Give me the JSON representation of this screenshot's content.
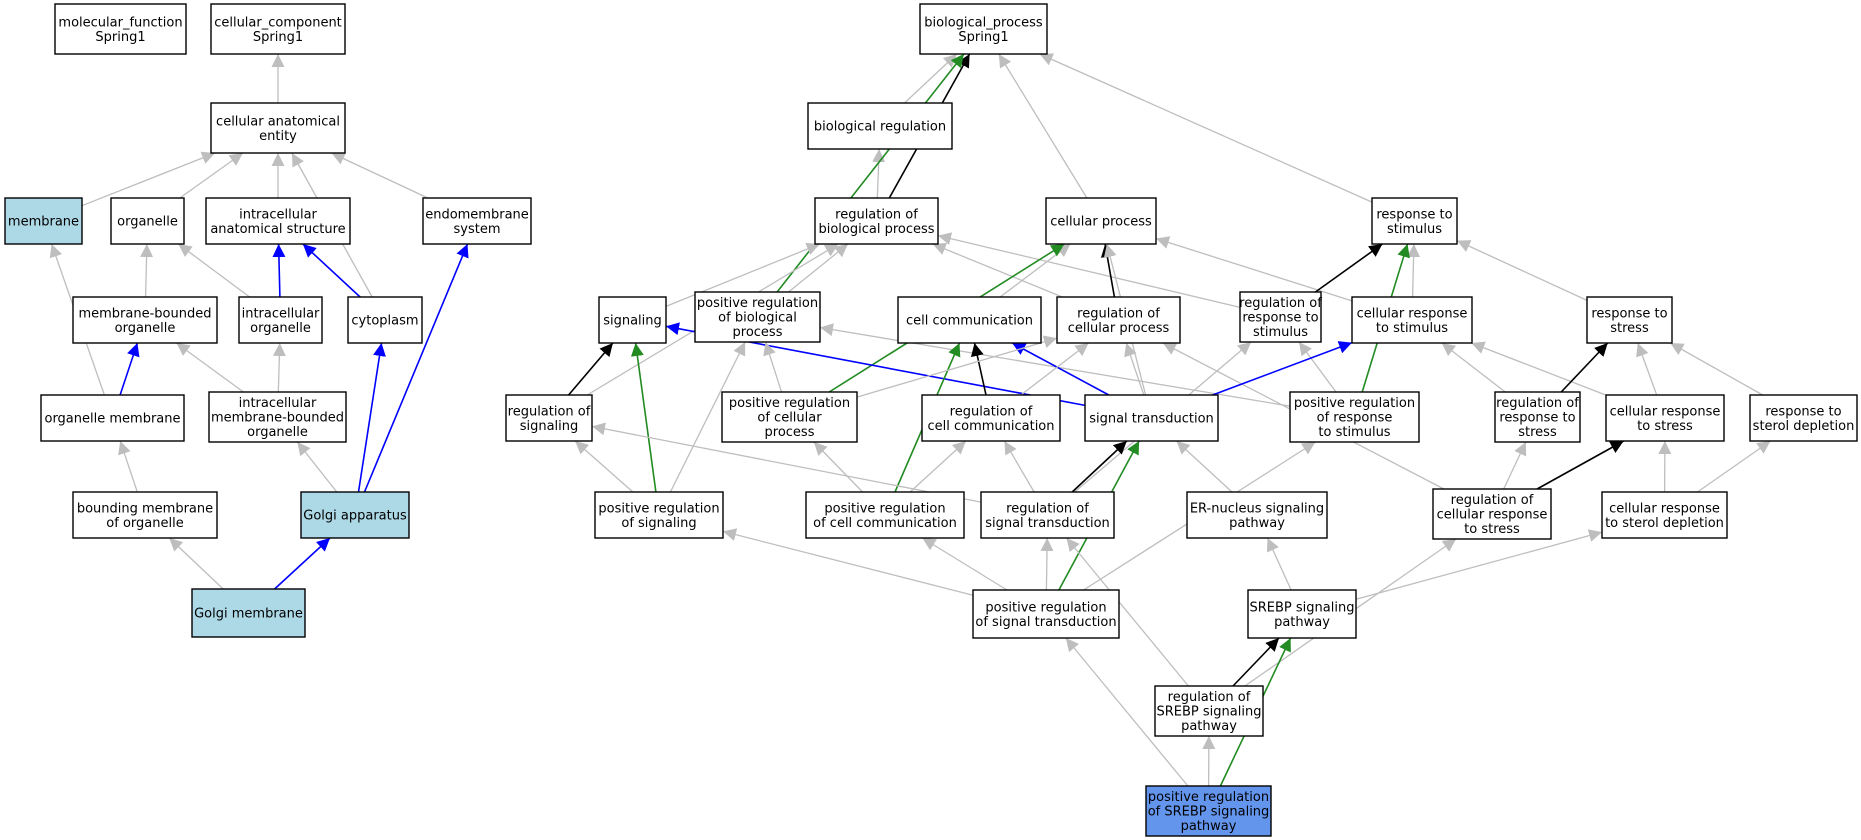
{
  "colors": {
    "default_fill": "#ffffff",
    "annotated_fill": "#add8e6",
    "query_fill": "#6495ed",
    "is_a": "#bebebe",
    "part_of": "#0000ff",
    "regulates": "#000000",
    "positively_regulates": "#228b22"
  },
  "nodes": [
    {
      "id": "mf_root",
      "lines": [
        "molecular_function",
        "Spring1"
      ],
      "kind": "default"
    },
    {
      "id": "cc_root",
      "lines": [
        "cellular_component",
        "Spring1"
      ],
      "kind": "default"
    },
    {
      "id": "bp_root",
      "lines": [
        "biological_process",
        "Spring1"
      ],
      "kind": "default"
    },
    {
      "id": "cae",
      "lines": [
        "cellular anatomical",
        "entity"
      ],
      "kind": "default"
    },
    {
      "id": "membrane",
      "lines": [
        "membrane"
      ],
      "kind": "annotated"
    },
    {
      "id": "organelle",
      "lines": [
        "organelle"
      ],
      "kind": "default"
    },
    {
      "id": "ias",
      "lines": [
        "intracellular",
        "anatomical structure"
      ],
      "kind": "default"
    },
    {
      "id": "endomembrane",
      "lines": [
        "endomembrane",
        "system"
      ],
      "kind": "default"
    },
    {
      "id": "mbo",
      "lines": [
        "membrane-bounded",
        "organelle"
      ],
      "kind": "default"
    },
    {
      "id": "io",
      "lines": [
        "intracellular",
        "organelle"
      ],
      "kind": "default"
    },
    {
      "id": "cytoplasm",
      "lines": [
        "cytoplasm"
      ],
      "kind": "default"
    },
    {
      "id": "om",
      "lines": [
        "organelle membrane"
      ],
      "kind": "default"
    },
    {
      "id": "imbo",
      "lines": [
        "intracellular",
        "membrane-bounded",
        "organelle"
      ],
      "kind": "default"
    },
    {
      "id": "bmo",
      "lines": [
        "bounding membrane",
        "of organelle"
      ],
      "kind": "default"
    },
    {
      "id": "golgi",
      "lines": [
        "Golgi apparatus"
      ],
      "kind": "annotated"
    },
    {
      "id": "golgi_mem",
      "lines": [
        "Golgi membrane"
      ],
      "kind": "annotated"
    },
    {
      "id": "bio_reg",
      "lines": [
        "biological regulation"
      ],
      "kind": "default"
    },
    {
      "id": "reg_bp",
      "lines": [
        "regulation of",
        "biological process"
      ],
      "kind": "default"
    },
    {
      "id": "cell_proc",
      "lines": [
        "cellular process"
      ],
      "kind": "default"
    },
    {
      "id": "resp_stim",
      "lines": [
        "response to",
        "stimulus"
      ],
      "kind": "default"
    },
    {
      "id": "signaling",
      "lines": [
        "signaling"
      ],
      "kind": "default"
    },
    {
      "id": "pos_reg_bp",
      "lines": [
        "positive regulation",
        "of biological",
        "process"
      ],
      "kind": "default"
    },
    {
      "id": "cell_comm",
      "lines": [
        "cell communication"
      ],
      "kind": "default"
    },
    {
      "id": "reg_cp",
      "lines": [
        "regulation of",
        "cellular process"
      ],
      "kind": "default"
    },
    {
      "id": "reg_rs",
      "lines": [
        "regulation of",
        "response to",
        "stimulus"
      ],
      "kind": "default"
    },
    {
      "id": "cell_resp_stim",
      "lines": [
        "cellular response",
        "to stimulus"
      ],
      "kind": "default"
    },
    {
      "id": "resp_stress",
      "lines": [
        "response to",
        "stress"
      ],
      "kind": "default"
    },
    {
      "id": "reg_sig",
      "lines": [
        "regulation of",
        "signaling"
      ],
      "kind": "default"
    },
    {
      "id": "pos_reg_cp",
      "lines": [
        "positive regulation",
        "of cellular",
        "process"
      ],
      "kind": "default"
    },
    {
      "id": "reg_cc",
      "lines": [
        "regulation of",
        "cell communication"
      ],
      "kind": "default"
    },
    {
      "id": "sig_trans",
      "lines": [
        "signal transduction"
      ],
      "kind": "default"
    },
    {
      "id": "pos_reg_rs",
      "lines": [
        "positive regulation",
        "of response",
        "to stimulus"
      ],
      "kind": "default"
    },
    {
      "id": "reg_rstress",
      "lines": [
        "regulation of",
        "response to",
        "stress"
      ],
      "kind": "default"
    },
    {
      "id": "cell_resp_stress",
      "lines": [
        "cellular response",
        "to stress"
      ],
      "kind": "default"
    },
    {
      "id": "resp_sterol",
      "lines": [
        "response to",
        "sterol depletion"
      ],
      "kind": "default"
    },
    {
      "id": "pos_reg_sig",
      "lines": [
        "positive regulation",
        "of signaling"
      ],
      "kind": "default"
    },
    {
      "id": "pos_reg_cc",
      "lines": [
        "positive regulation",
        "of cell communication"
      ],
      "kind": "default"
    },
    {
      "id": "reg_st",
      "lines": [
        "regulation of",
        "signal transduction"
      ],
      "kind": "default"
    },
    {
      "id": "er_nucleus",
      "lines": [
        "ER-nucleus signaling",
        "pathway"
      ],
      "kind": "default"
    },
    {
      "id": "reg_crs",
      "lines": [
        "regulation of",
        "cellular response",
        "to stress"
      ],
      "kind": "default"
    },
    {
      "id": "crsd",
      "lines": [
        "cellular response",
        "to sterol depletion"
      ],
      "kind": "default"
    },
    {
      "id": "pos_reg_st",
      "lines": [
        "positive regulation",
        "of signal transduction"
      ],
      "kind": "default"
    },
    {
      "id": "srebp",
      "lines": [
        "SREBP signaling",
        "pathway"
      ],
      "kind": "default"
    },
    {
      "id": "reg_srebp",
      "lines": [
        "regulation of",
        "SREBP signaling",
        "pathway"
      ],
      "kind": "default"
    },
    {
      "id": "pos_reg_srebp",
      "lines": [
        "positive regulation",
        "of SREBP signaling",
        "pathway"
      ],
      "kind": "query"
    }
  ],
  "edges": [
    {
      "from": "cae",
      "to": "cc_root",
      "type": "is_a"
    },
    {
      "from": "membrane",
      "to": "cae",
      "type": "is_a"
    },
    {
      "from": "organelle",
      "to": "cae",
      "type": "is_a"
    },
    {
      "from": "ias",
      "to": "cae",
      "type": "is_a"
    },
    {
      "from": "endomembrane",
      "to": "cae",
      "type": "is_a"
    },
    {
      "from": "cytoplasm",
      "to": "cae",
      "type": "is_a"
    },
    {
      "from": "mbo",
      "to": "organelle",
      "type": "is_a"
    },
    {
      "from": "io",
      "to": "organelle",
      "type": "is_a"
    },
    {
      "from": "io",
      "to": "ias",
      "type": "part_of"
    },
    {
      "from": "cytoplasm",
      "to": "ias",
      "type": "part_of"
    },
    {
      "from": "om",
      "to": "membrane",
      "type": "is_a"
    },
    {
      "from": "om",
      "to": "mbo",
      "type": "part_of"
    },
    {
      "from": "imbo",
      "to": "mbo",
      "type": "is_a"
    },
    {
      "from": "imbo",
      "to": "io",
      "type": "is_a"
    },
    {
      "from": "bmo",
      "to": "om",
      "type": "is_a"
    },
    {
      "from": "golgi",
      "to": "imbo",
      "type": "is_a"
    },
    {
      "from": "golgi",
      "to": "cytoplasm",
      "type": "part_of"
    },
    {
      "from": "golgi",
      "to": "endomembrane",
      "type": "part_of"
    },
    {
      "from": "golgi_mem",
      "to": "bmo",
      "type": "is_a"
    },
    {
      "from": "golgi_mem",
      "to": "golgi",
      "type": "part_of"
    },
    {
      "from": "bio_reg",
      "to": "bp_root",
      "type": "is_a"
    },
    {
      "from": "reg_bp",
      "to": "bio_reg",
      "type": "is_a"
    },
    {
      "from": "reg_bp",
      "to": "bp_root",
      "type": "regulates"
    },
    {
      "from": "cell_proc",
      "to": "bp_root",
      "type": "is_a"
    },
    {
      "from": "resp_stim",
      "to": "bp_root",
      "type": "is_a"
    },
    {
      "from": "pos_reg_bp",
      "to": "bp_root",
      "type": "positively_regulates"
    },
    {
      "from": "signaling",
      "to": "reg_bp",
      "type": "is_a"
    },
    {
      "from": "pos_reg_bp",
      "to": "reg_bp",
      "type": "is_a"
    },
    {
      "from": "reg_sig",
      "to": "reg_bp",
      "type": "is_a"
    },
    {
      "from": "reg_cp",
      "to": "reg_bp",
      "type": "is_a"
    },
    {
      "from": "reg_rs",
      "to": "reg_bp",
      "type": "is_a"
    },
    {
      "from": "cell_comm",
      "to": "cell_proc",
      "type": "is_a"
    },
    {
      "from": "reg_cp",
      "to": "cell_proc",
      "type": "regulates"
    },
    {
      "from": "pos_reg_cp",
      "to": "cell_proc",
      "type": "positively_regulates"
    },
    {
      "from": "cell_resp_stim",
      "to": "cell_proc",
      "type": "is_a"
    },
    {
      "from": "sig_trans",
      "to": "cell_proc",
      "type": "is_a"
    },
    {
      "from": "reg_rs",
      "to": "resp_stim",
      "type": "regulates"
    },
    {
      "from": "cell_resp_stim",
      "to": "resp_stim",
      "type": "is_a"
    },
    {
      "from": "resp_stress",
      "to": "resp_stim",
      "type": "is_a"
    },
    {
      "from": "pos_reg_rs",
      "to": "resp_stim",
      "type": "positively_regulates"
    },
    {
      "from": "reg_sig",
      "to": "signaling",
      "type": "regulates"
    },
    {
      "from": "pos_reg_sig",
      "to": "signaling",
      "type": "positively_regulates"
    },
    {
      "from": "sig_trans",
      "to": "signaling",
      "type": "part_of"
    },
    {
      "from": "pos_reg_cp",
      "to": "pos_reg_bp",
      "type": "is_a"
    },
    {
      "from": "pos_reg_sig",
      "to": "pos_reg_bp",
      "type": "is_a"
    },
    {
      "from": "pos_reg_rs",
      "to": "pos_reg_bp",
      "type": "is_a"
    },
    {
      "from": "reg_cc",
      "to": "cell_comm",
      "type": "regulates"
    },
    {
      "from": "sig_trans",
      "to": "cell_comm",
      "type": "part_of"
    },
    {
      "from": "pos_reg_cc",
      "to": "cell_comm",
      "type": "positively_regulates"
    },
    {
      "from": "pos_reg_cp",
      "to": "reg_cp",
      "type": "is_a"
    },
    {
      "from": "reg_cc",
      "to": "reg_cp",
      "type": "is_a"
    },
    {
      "from": "sig_trans",
      "to": "reg_cp",
      "type": "is_a"
    },
    {
      "from": "reg_crs",
      "to": "reg_cp",
      "type": "is_a"
    },
    {
      "from": "pos_reg_rs",
      "to": "reg_rs",
      "type": "is_a"
    },
    {
      "from": "reg_st",
      "to": "reg_rs",
      "type": "is_a"
    },
    {
      "from": "sig_trans",
      "to": "cell_resp_stim",
      "type": "part_of"
    },
    {
      "from": "reg_rstress",
      "to": "cell_resp_stim",
      "type": "is_a"
    },
    {
      "from": "cell_resp_stress",
      "to": "cell_resp_stim",
      "type": "is_a"
    },
    {
      "from": "reg_rstress",
      "to": "resp_stress",
      "type": "regulates"
    },
    {
      "from": "cell_resp_stress",
      "to": "resp_stress",
      "type": "is_a"
    },
    {
      "from": "resp_sterol",
      "to": "resp_stress",
      "type": "is_a"
    },
    {
      "from": "pos_reg_sig",
      "to": "reg_sig",
      "type": "is_a"
    },
    {
      "from": "reg_st",
      "to": "reg_sig",
      "type": "is_a"
    },
    {
      "from": "pos_reg_cc",
      "to": "pos_reg_cp",
      "type": "is_a"
    },
    {
      "from": "pos_reg_cc",
      "to": "reg_cc",
      "type": "is_a"
    },
    {
      "from": "reg_st",
      "to": "reg_cc",
      "type": "is_a"
    },
    {
      "from": "reg_st",
      "to": "sig_trans",
      "type": "regulates"
    },
    {
      "from": "er_nucleus",
      "to": "sig_trans",
      "type": "is_a"
    },
    {
      "from": "pos_reg_st",
      "to": "sig_trans",
      "type": "positively_regulates"
    },
    {
      "from": "pos_reg_st",
      "to": "pos_reg_rs",
      "type": "is_a"
    },
    {
      "from": "reg_crs",
      "to": "reg_rstress",
      "type": "is_a"
    },
    {
      "from": "reg_crs",
      "to": "cell_resp_stress",
      "type": "regulates"
    },
    {
      "from": "crsd",
      "to": "cell_resp_stress",
      "type": "is_a"
    },
    {
      "from": "crsd",
      "to": "resp_sterol",
      "type": "is_a"
    },
    {
      "from": "pos_reg_st",
      "to": "pos_reg_sig",
      "type": "is_a"
    },
    {
      "from": "pos_reg_st",
      "to": "pos_reg_cc",
      "type": "is_a"
    },
    {
      "from": "pos_reg_st",
      "to": "reg_st",
      "type": "is_a"
    },
    {
      "from": "srebp",
      "to": "er_nucleus",
      "type": "is_a"
    },
    {
      "from": "srebp",
      "to": "crsd",
      "type": "is_a"
    },
    {
      "from": "reg_srebp",
      "to": "reg_st",
      "type": "is_a"
    },
    {
      "from": "reg_srebp",
      "to": "reg_crs",
      "type": "is_a"
    },
    {
      "from": "reg_srebp",
      "to": "srebp",
      "type": "regulates"
    },
    {
      "from": "pos_reg_srebp",
      "to": "pos_reg_st",
      "type": "is_a"
    },
    {
      "from": "pos_reg_srebp",
      "to": "reg_srebp",
      "type": "is_a"
    },
    {
      "from": "pos_reg_srebp",
      "to": "srebp",
      "type": "positively_regulates"
    }
  ]
}
